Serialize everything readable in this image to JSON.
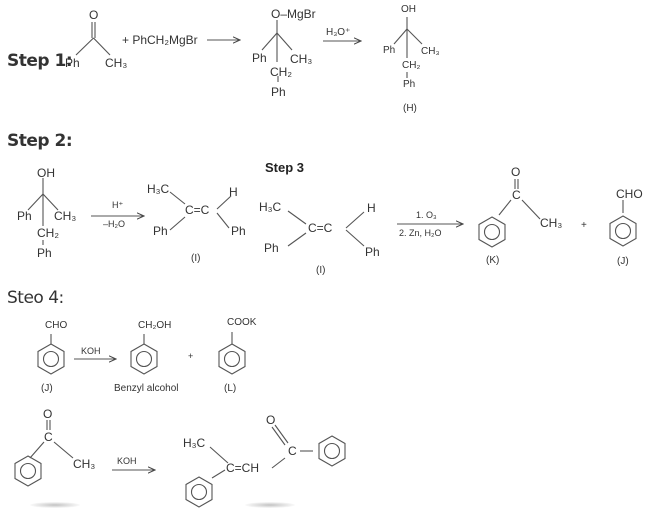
{
  "steps": {
    "step1": {
      "label": "Step 1:",
      "reactant_ketone": {
        "o": "O",
        "ph": "Ph",
        "ch3": "CH₃"
      },
      "plus_reagent": "+ PhCH₂MgBr",
      "intermediate": {
        "omgbr": "O–MgBr",
        "ph": "Ph",
        "ch3": "CH₃",
        "ch2": "CH₂",
        "ph2": "Ph"
      },
      "reagent_arrow2": "H₃O⁺",
      "product_H": {
        "oh": "OH",
        "ph": "Ph",
        "ch3": "CH₃",
        "ch2": "CH₂",
        "ph2": "Ph",
        "label": "(H)"
      }
    },
    "step2": {
      "label": "Step 2:",
      "reactant": {
        "oh": "OH",
        "ph": "Ph",
        "ch3": "CH₃",
        "ch2": "CH₂",
        "ph2": "Ph"
      },
      "arrow_top": "H⁺",
      "arrow_bottom": "–H₂O",
      "product_I": {
        "h3c": "H₃C",
        "cc": "C=C",
        "h": "H",
        "ph_left": "Ph",
        "ph_right": "Ph",
        "label": "(I)"
      }
    },
    "step3": {
      "label": "Step 3",
      "reactant_I": {
        "h3c": "H₃C",
        "cc": "C=C",
        "h": "H",
        "ph_left": "Ph",
        "ph_right": "Ph",
        "label": "(I)"
      },
      "arrow_top": "1.  O₃",
      "arrow_bottom": "2. Zn, H₂O",
      "product_K": {
        "o": "O",
        "c": "C",
        "ch3": "CH₃",
        "label": "(K)"
      },
      "plus": "+",
      "product_J": {
        "cho": "CHO",
        "label": "(J)"
      }
    },
    "step4": {
      "label": "Steo 4:",
      "reaction1": {
        "reactant_J": {
          "cho": "CHO",
          "label": "(J)"
        },
        "arrow": "KOH",
        "product1": {
          "ch2oh": "CH₂OH",
          "label": "Benzyl alcohol"
        },
        "plus": "+",
        "product_L": {
          "cook": "COOK",
          "label": "(L)"
        }
      },
      "reaction2": {
        "reactant": {
          "o": "O",
          "c": "C",
          "ch3": "CH₃"
        },
        "arrow": "KOH",
        "product": {
          "h3c": "H₃C",
          "cch": "C=CH",
          "o": "O",
          "c": "C"
        }
      }
    }
  },
  "colors": {
    "text": "#333333",
    "bonds": "#444444",
    "background": "#ffffff"
  }
}
